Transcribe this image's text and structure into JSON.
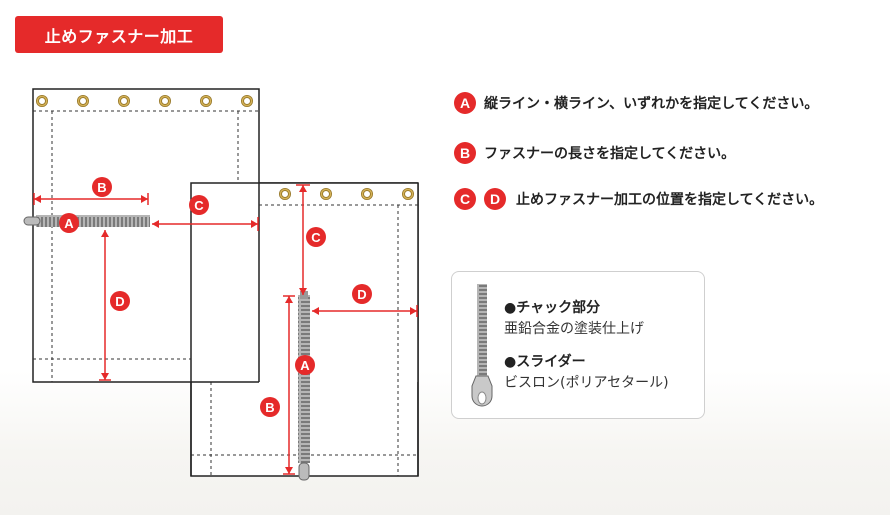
{
  "header": {
    "title": "止めファスナー加工"
  },
  "instructions": [
    {
      "badges": [
        "A"
      ],
      "text": "縦ライン・横ライン、いずれかを指定してください。"
    },
    {
      "badges": [
        "B"
      ],
      "text": "ファスナーの長さを指定してください。"
    },
    {
      "badges": [
        "C",
        "D"
      ],
      "text": "止めファスナー加工の位置を指定してください。"
    }
  ],
  "diagram_labels": {
    "left_b": "B",
    "left_c": "C",
    "left_a": "A",
    "left_d": "D",
    "right_c": "C",
    "right_d": "D",
    "right_a": "A",
    "right_b": "B"
  },
  "legend": {
    "chuck_heading": "●チャック部分",
    "chuck_desc": "亜鉛合金の塗装仕上げ",
    "slider_heading": "●スライダー",
    "slider_desc": "ビスロン(ポリアセタール)"
  },
  "colors": {
    "accent": "#e52a2a",
    "grommet": "#c8a23a",
    "line": "#222222"
  },
  "icons": [
    "zipper-icon",
    "grommet-icon",
    "slider-icon"
  ]
}
